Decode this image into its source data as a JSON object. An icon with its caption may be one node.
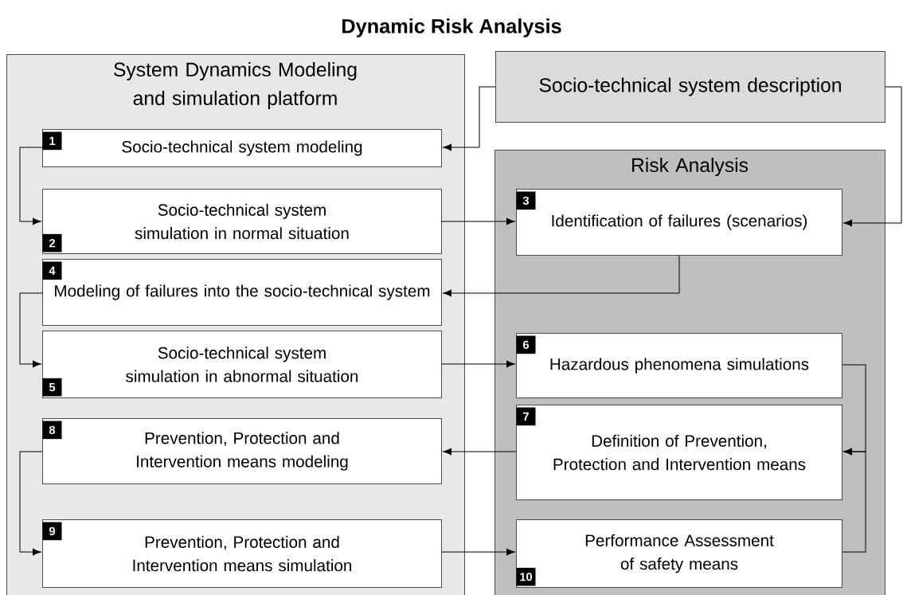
{
  "diagram": {
    "title": "Dynamic Risk Analysis",
    "nodes": [
      {
        "text": [
          "System Dynamics Modeling and simulation platform"
        ]
      },
      {
        "text": [
          "1",
          "Socio-technical system modeling"
        ],
        "in": 0
      },
      {
        "text": [
          "2",
          "Socio-technical system simulation in normal situation"
        ],
        "in": 0
      },
      {
        "text": [
          "4",
          "Modeling of failures into the socio-technical system"
        ],
        "in": 0
      },
      {
        "text": [
          "5",
          "Socio-technical system simulation in abnormal situation"
        ],
        "in": 0
      },
      {
        "text": [
          "8",
          "Prevention, Protection and Intervention means modeling"
        ],
        "in": 0
      },
      {
        "text": [
          "9",
          "Prevention, Protection and Intervention means simulation"
        ],
        "in": 0
      },
      {
        "text": [
          "Socio-technical system description"
        ]
      },
      {
        "text": [
          "Risk Analysis"
        ]
      },
      {
        "text": [
          "3",
          "Identification of failures (scenarios)"
        ],
        "in": 8
      },
      {
        "text": [
          "6",
          "Hazardous phenomena simulations"
        ],
        "in": 8
      },
      {
        "text": [
          "7",
          "Definition of Prevention, Protection and Intervention means"
        ],
        "in": 8
      },
      {
        "text": [
          "10",
          "Performance Assessment of safety means"
        ],
        "in": 8
      }
    ],
    "edges": [
      {
        "from": 7,
        "to": 1,
        "arrow": "to"
      },
      {
        "from": 1,
        "to": 2,
        "arrow": "to"
      },
      {
        "from": 2,
        "to": 9,
        "arrow": "to"
      },
      {
        "from": 9,
        "to": 3,
        "arrow": "to"
      },
      {
        "from": 7,
        "to": 9,
        "arrow": "to"
      },
      {
        "from": 3,
        "to": 4,
        "arrow": "to"
      },
      {
        "from": 4,
        "to": 10,
        "arrow": "to"
      },
      {
        "from": 10,
        "to": 11,
        "arrow": "to"
      },
      {
        "from": 12,
        "to": 11,
        "arrow": "to"
      },
      {
        "from": 11,
        "to": 5,
        "arrow": "to"
      },
      {
        "from": 5,
        "to": 6,
        "arrow": "to"
      },
      {
        "from": 6,
        "to": 12,
        "arrow": "to"
      }
    ]
  }
}
